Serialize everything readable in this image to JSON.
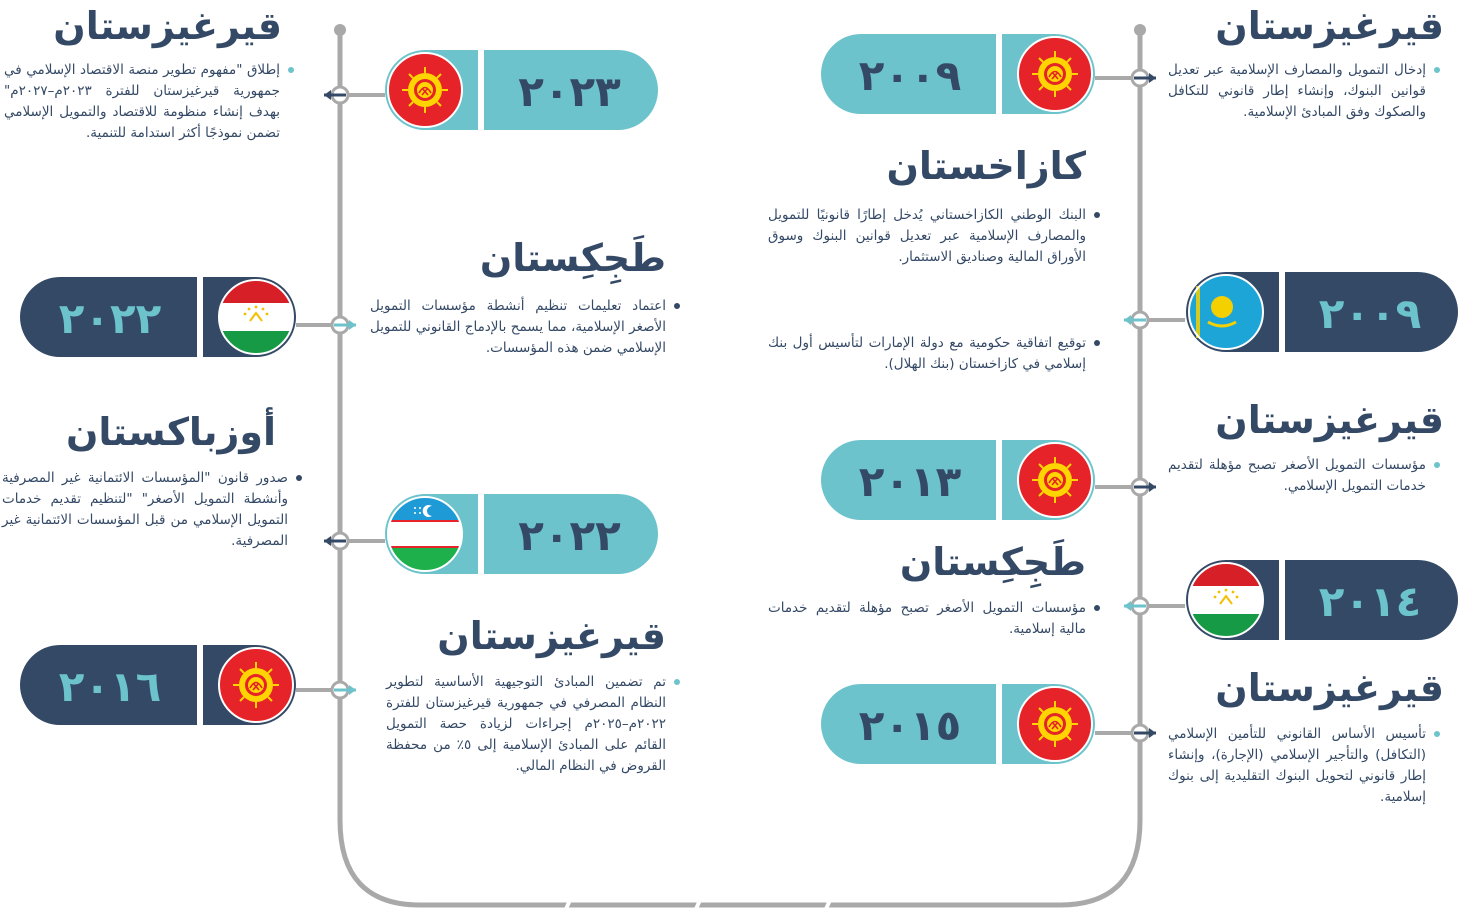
{
  "colors": {
    "navy": "#344966",
    "teal": "#6cc3cb",
    "line": "#a9a9a9",
    "kg_red": "#e52329",
    "kz_blue": "#1ea5d8",
    "tj_red": "#d61f26",
    "tj_green": "#179a46",
    "uz_blue": "#1e9ad6",
    "uz_green": "#1eb14b"
  },
  "right": [
    {
      "country": "قيرغيزستان",
      "text": "إدخال التمويل والمصارف الإسلامية عبر تعديل قوانين البنوك، وإنشاء إطار قانوني للتكافل والصكوك وفق المبادئ الإسلامية."
    },
    {
      "country": "قيرغيزستان",
      "text": "مؤسسات التمويل الأصغر تصبح مؤهلة لتقديم خدمات التمويل الإسلامي."
    },
    {
      "country": "قيرغيزستان",
      "text": "تأسيس الأساس القانوني للتأمين الإسلامي (التكافل) والتأجير الإسلامي (الإجارة)، وإنشاء إطار قانوني لتحويل البنوك التقليدية إلى بنوك إسلامية."
    }
  ],
  "right_years": [
    {
      "year": "٢٠٠٩",
      "flag": "kazakhstan-flag-icon"
    },
    {
      "year": "٢٠١٤",
      "flag": "tajikistan-flag-icon"
    }
  ],
  "center_right": [
    {
      "country": "كازاخستان",
      "items": [
        "البنك الوطني الكازاخستاني يُدخل إطارًا قانونيًا للتمويل والمصارف الإسلامية عبر تعديل قوانين البنوك وسوق الأوراق المالية وصناديق الاستثمار.",
        "توقيع اتفاقية حكومية مع دولة الإمارات لتأسيس أول بنك إسلامي في كازاخستان (بنك الهلال)."
      ]
    },
    {
      "country": "طَجِكِستان",
      "items": [
        "مؤسسات التمويل الأصغر تصبح مؤهلة لتقديم خدمات مالية إسلامية."
      ]
    }
  ],
  "center_right_years": [
    {
      "year": "٢٠٠٩",
      "flag": "kyrgyzstan-flag-icon"
    },
    {
      "year": "٢٠١٣",
      "flag": "kyrgyzstan-flag-icon"
    },
    {
      "year": "٢٠١٥",
      "flag": "kyrgyzstan-flag-icon"
    }
  ],
  "center_left": [
    {
      "country": "طَجِكِستان",
      "text": "اعتماد تعليمات تنظيم أنشطة مؤسسات التمويل الأصغر الإسلامية، مما يسمح بالإدماج القانوني للتمويل الإسلامي ضمن هذه المؤسسات."
    },
    {
      "country": "قيرغيزستان",
      "text": "تم تضمين المبادئ التوجيهية الأساسية لتطوير النظام المصرفي في جمهورية قيرغيزستان للفترة ٢٠٢٢م–٢٠٢٥م إجراءات لزيادة حصة التمويل القائم على المبادئ الإسلامية إلى ٥٪ من محفظة القروض في النظام المالي."
    }
  ],
  "center_left_years": [
    {
      "year": "٢٠٢٣",
      "flag": "kyrgyzstan-flag-icon"
    },
    {
      "year": "٢٠٢٢",
      "flag": "uzbekistan-flag-icon"
    }
  ],
  "left": [
    {
      "country": "قيرغيزستان",
      "text": "إطلاق \"مفهوم تطوير منصة الاقتصاد الإسلامي في جمهورية قيرغيزستان للفترة ٢٠٢٣م–٢٠٢٧م\" بهدف إنشاء منظومة للاقتصاد والتمويل الإسلامي تضمن نموذجًا أكثر استدامة للتنمية."
    },
    {
      "country": "أوزباكستان",
      "text": "صدور قانون \"المؤسسات الائتمانية غير المصرفية وأنشطة التمويل الأصغر\" \"لتنظيم تقديم خدمات التمويل الإسلامي من قبل المؤسسات الائتمانية غير المصرفية."
    }
  ],
  "left_years": [
    {
      "year": "٢٠٢٢",
      "flag": "tajikistan-flag-icon"
    },
    {
      "year": "٢٠١٦",
      "flag": "kyrgyzstan-flag-icon"
    }
  ]
}
